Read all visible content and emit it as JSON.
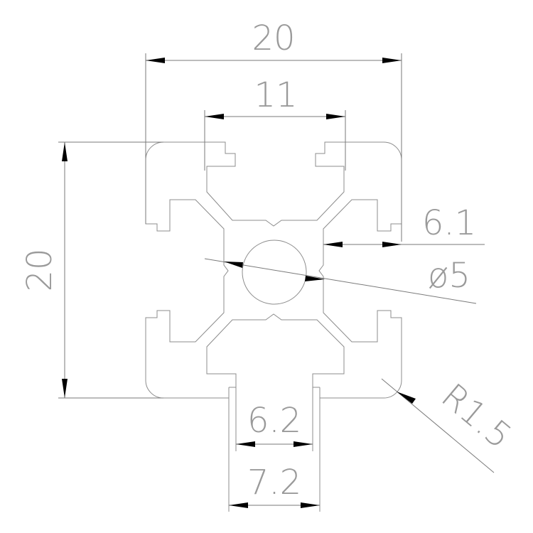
{
  "drawing": {
    "subject": "20x20 aluminium T-slot extrusion profile cross-section",
    "colors": {
      "outline": "#8c8c8c",
      "dimension_line": "#7a7a7a",
      "arrowhead": "#000000",
      "text": "#9a9a9a",
      "background": "#ffffff"
    },
    "dimensions": {
      "overall_width": {
        "label": "20"
      },
      "overall_height": {
        "label": "20"
      },
      "slot_width_top": {
        "label": "11"
      },
      "slot_depth_side": {
        "label": "6.1"
      },
      "center_bore": {
        "label": "ø5"
      },
      "corner_radius": {
        "label": "R1.5"
      },
      "slot_opening_inner": {
        "label": "6.2"
      },
      "slot_opening_outer": {
        "label": "7.2"
      }
    }
  }
}
